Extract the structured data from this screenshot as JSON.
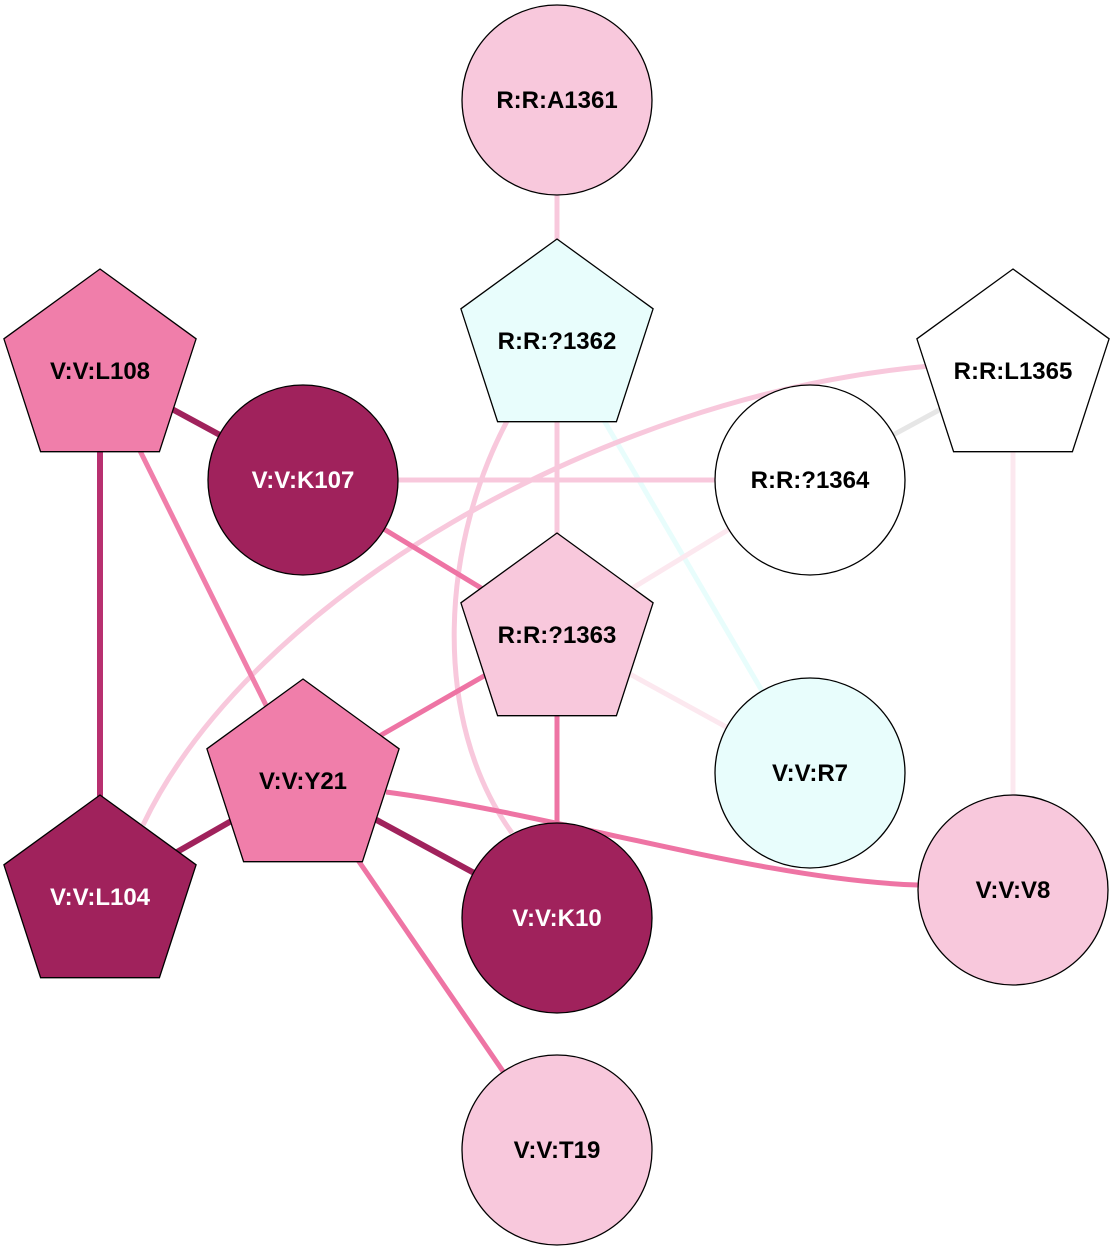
{
  "diagram": {
    "type": "residue-interaction-network",
    "nodes": [
      {
        "id": "A1361",
        "label": "R:R:A1361",
        "shape": "circle",
        "fill": "#f8c8dc",
        "text_color": "#000000"
      },
      {
        "id": "Q1362",
        "label": "R:R:?1362",
        "shape": "pentagon",
        "fill": "#e8fdfc",
        "text_color": "#000000"
      },
      {
        "id": "L1365",
        "label": "R:R:L1365",
        "shape": "pentagon",
        "fill": "#ffffff",
        "text_color": "#000000"
      },
      {
        "id": "L108",
        "label": "V:V:L108",
        "shape": "pentagon",
        "fill": "#f07eaa",
        "text_color": "#000000"
      },
      {
        "id": "K107",
        "label": "V:V:K107",
        "shape": "circle",
        "fill": "#a0225c",
        "text_color": "#ffffff"
      },
      {
        "id": "Q1364",
        "label": "R:R:?1364",
        "shape": "circle",
        "fill": "#ffffff",
        "text_color": "#000000"
      },
      {
        "id": "Q1363",
        "label": "R:R:?1363",
        "shape": "pentagon",
        "fill": "#f8c8dc",
        "text_color": "#000000"
      },
      {
        "id": "Y21",
        "label": "V:V:Y21",
        "shape": "pentagon",
        "fill": "#f07eaa",
        "text_color": "#000000"
      },
      {
        "id": "R7",
        "label": "V:V:R7",
        "shape": "circle",
        "fill": "#e8fdfc",
        "text_color": "#000000"
      },
      {
        "id": "L104",
        "label": "V:V:L104",
        "shape": "pentagon",
        "fill": "#a0225c",
        "text_color": "#ffffff"
      },
      {
        "id": "K10",
        "label": "V:V:K10",
        "shape": "circle",
        "fill": "#a0225c",
        "text_color": "#ffffff"
      },
      {
        "id": "V8",
        "label": "V:V:V8",
        "shape": "circle",
        "fill": "#f8c8dc",
        "text_color": "#000000"
      },
      {
        "id": "T19",
        "label": "V:V:T19",
        "shape": "circle",
        "fill": "#f8c8dc",
        "text_color": "#000000"
      }
    ],
    "edges": [
      {
        "id": "A1361-Q1362",
        "source": "A1361",
        "target": "Q1362",
        "color": "#f8c8dc"
      },
      {
        "id": "Q1362-Q1363",
        "source": "Q1362",
        "target": "Q1363",
        "color": "#f8c8dc"
      },
      {
        "id": "Q1362-K10",
        "source": "Q1362",
        "target": "K10",
        "color": "#f8c8dc"
      },
      {
        "id": "Q1362-R7",
        "source": "Q1362",
        "target": "R7",
        "color": "#e8fdfc"
      },
      {
        "id": "L1365-L104",
        "source": "L1365",
        "target": "L104",
        "color": "#f8c8dc"
      },
      {
        "id": "L1365-Q1364",
        "source": "L1365",
        "target": "Q1364",
        "color": "#e6e6e6"
      },
      {
        "id": "L1365-V8",
        "source": "L1365",
        "target": "V8",
        "color": "#fce8ef"
      },
      {
        "id": "L108-K107",
        "source": "L108",
        "target": "K107",
        "color": "#a0225c"
      },
      {
        "id": "L108-L104",
        "source": "L108",
        "target": "L104",
        "color": "#b83070"
      },
      {
        "id": "L108-Y21",
        "source": "L108",
        "target": "Y21",
        "color": "#f07eaa"
      },
      {
        "id": "K107-Q1364",
        "source": "K107",
        "target": "Q1364",
        "color": "#f8c8dc"
      },
      {
        "id": "K107-Q1363",
        "source": "K107",
        "target": "Q1363",
        "color": "#ee74a4"
      },
      {
        "id": "Q1364-Q1363",
        "source": "Q1364",
        "target": "Q1363",
        "color": "#fce8ef"
      },
      {
        "id": "Q1363-Y21",
        "source": "Q1363",
        "target": "Y21",
        "color": "#ee74a4"
      },
      {
        "id": "Q1363-K10",
        "source": "Q1363",
        "target": "K10",
        "color": "#ee74a4"
      },
      {
        "id": "Q1363-R7",
        "source": "Q1363",
        "target": "R7",
        "color": "#fce8ef"
      },
      {
        "id": "Y21-L104",
        "source": "Y21",
        "target": "L104",
        "color": "#a0225c"
      },
      {
        "id": "Y21-K10",
        "source": "Y21",
        "target": "K10",
        "color": "#a0225c"
      },
      {
        "id": "Y21-V8",
        "source": "Y21",
        "target": "V8",
        "color": "#ee74a4"
      },
      {
        "id": "Y21-T19",
        "source": "Y21",
        "target": "T19",
        "color": "#ee74a4"
      }
    ]
  }
}
